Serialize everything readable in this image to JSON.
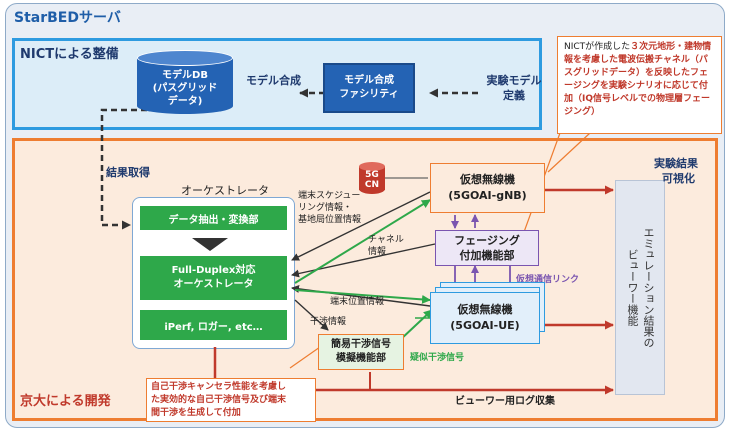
{
  "starbed_title": "StarBEDサーバ",
  "nict_title": "NICTによる整備",
  "model_db": [
    "モデルDB",
    "(パスグリッド",
    "データ)"
  ],
  "model_synthesis_label": "モデル合成",
  "model_facility": [
    "モデル合成",
    "ファシリティ"
  ],
  "experiment_model_def": [
    "実験モデル",
    "定義"
  ],
  "result_fetch": "結果取得",
  "orchestrator_title": "オーケストレータ",
  "data_extract": "データ抽出・変換部",
  "full_duplex": [
    "Full-Duplex対応",
    "オーケストレータ"
  ],
  "iperf_logger": "iPerf, ロガー, etc…",
  "terminal_sched": [
    "端末スケジュー",
    "リング情報・",
    "基地局位置情報"
  ],
  "channel_info": [
    "チャネル",
    "情報"
  ],
  "terminal_pos": "端末位置情報",
  "interference_info": "干渉情報",
  "fiveg_cn": [
    "5G",
    "CN"
  ],
  "gnb": [
    "仮想無線機",
    "(5GOAI-gNB)"
  ],
  "fading": [
    "フェージング",
    "付加機能部"
  ],
  "virtual_link": "仮想通信リンク",
  "ue": [
    "仮想無線機",
    "(5GOAI-UE)"
  ],
  "simple_interference": [
    "簡易干渉信号",
    "模擬機能部"
  ],
  "pseudo_interference": "疑似干渉信号",
  "viewer_function": [
    "エミュレーション結果の",
    "ビューワー機能"
  ],
  "experiment_result": [
    "実験結果",
    "可視化"
  ],
  "viewer_log": "ビューワー用ログ収集",
  "kyoto_dev": "京大による開発",
  "note_red": [
    "自己干渉キャンセラ性能を考慮し",
    "た実効的な自己干渉信号及び端末",
    "間干渉を生成して付加"
  ],
  "note_nict": {
    "plain": "NICTが作成した",
    "highlight": "３次元地形・建物情報を考慮した電波伝搬チャネル（パスグリッドデータ）を反映したフェージングを実験シナリオに応じて付加（IQ信号レベルでの物理層フェージング）"
  },
  "colors": {
    "outer_bg": "#e9eef5",
    "outer_border": "#8eaac8",
    "nict_border": "#2e9be0",
    "nict_bg": "#dcedf8",
    "kyoto_border": "#ee7d31",
    "kyoto_bg": "#fcebdd",
    "green": "#2ea84a",
    "purple": "#7a55b0",
    "red": "#c0392b",
    "dark_blue": "#1f4f8f",
    "title_blue": "#1f5ea8"
  }
}
